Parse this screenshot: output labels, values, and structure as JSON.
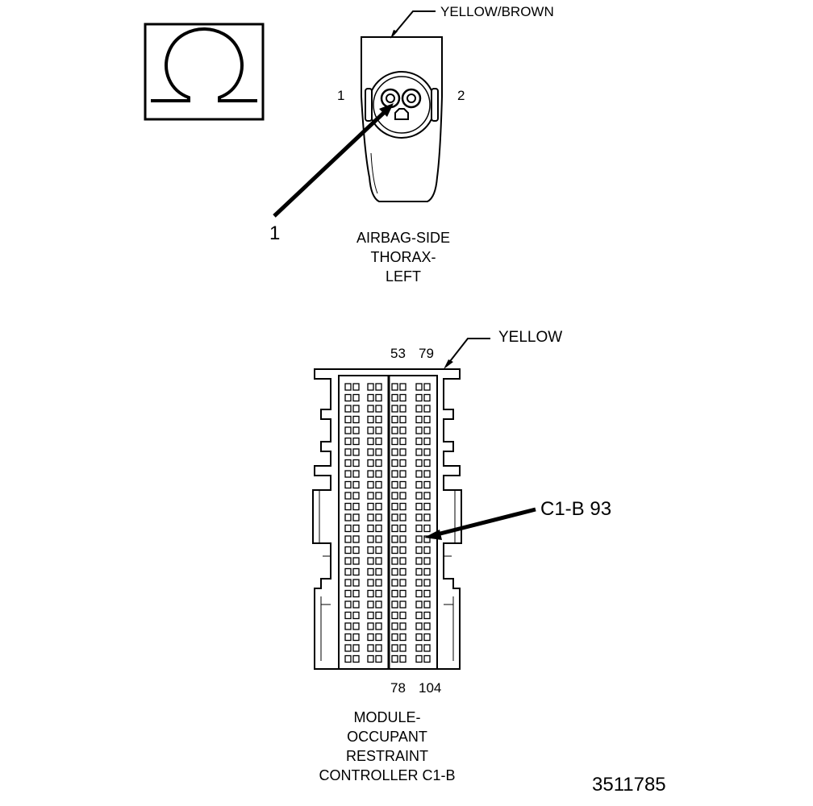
{
  "symbol": {
    "icon": "ohm-icon"
  },
  "connector_1": {
    "wire_color": "YELLOW/BROWN",
    "pin_left": "1",
    "pin_right": "2",
    "callout": "1",
    "caption": [
      "AIRBAG-SIDE",
      "THORAX-",
      "LEFT"
    ]
  },
  "connector_2": {
    "wire_color": "YELLOW",
    "top_pin_a": "53",
    "top_pin_b": "79",
    "bottom_pin_a": "78",
    "bottom_pin_b": "104",
    "callout": "C1-B 93",
    "caption": [
      "MODULE-",
      "OCCUPANT",
      "RESTRAINT",
      "CONTROLLER C1-B"
    ]
  },
  "figure_id": "3511785"
}
